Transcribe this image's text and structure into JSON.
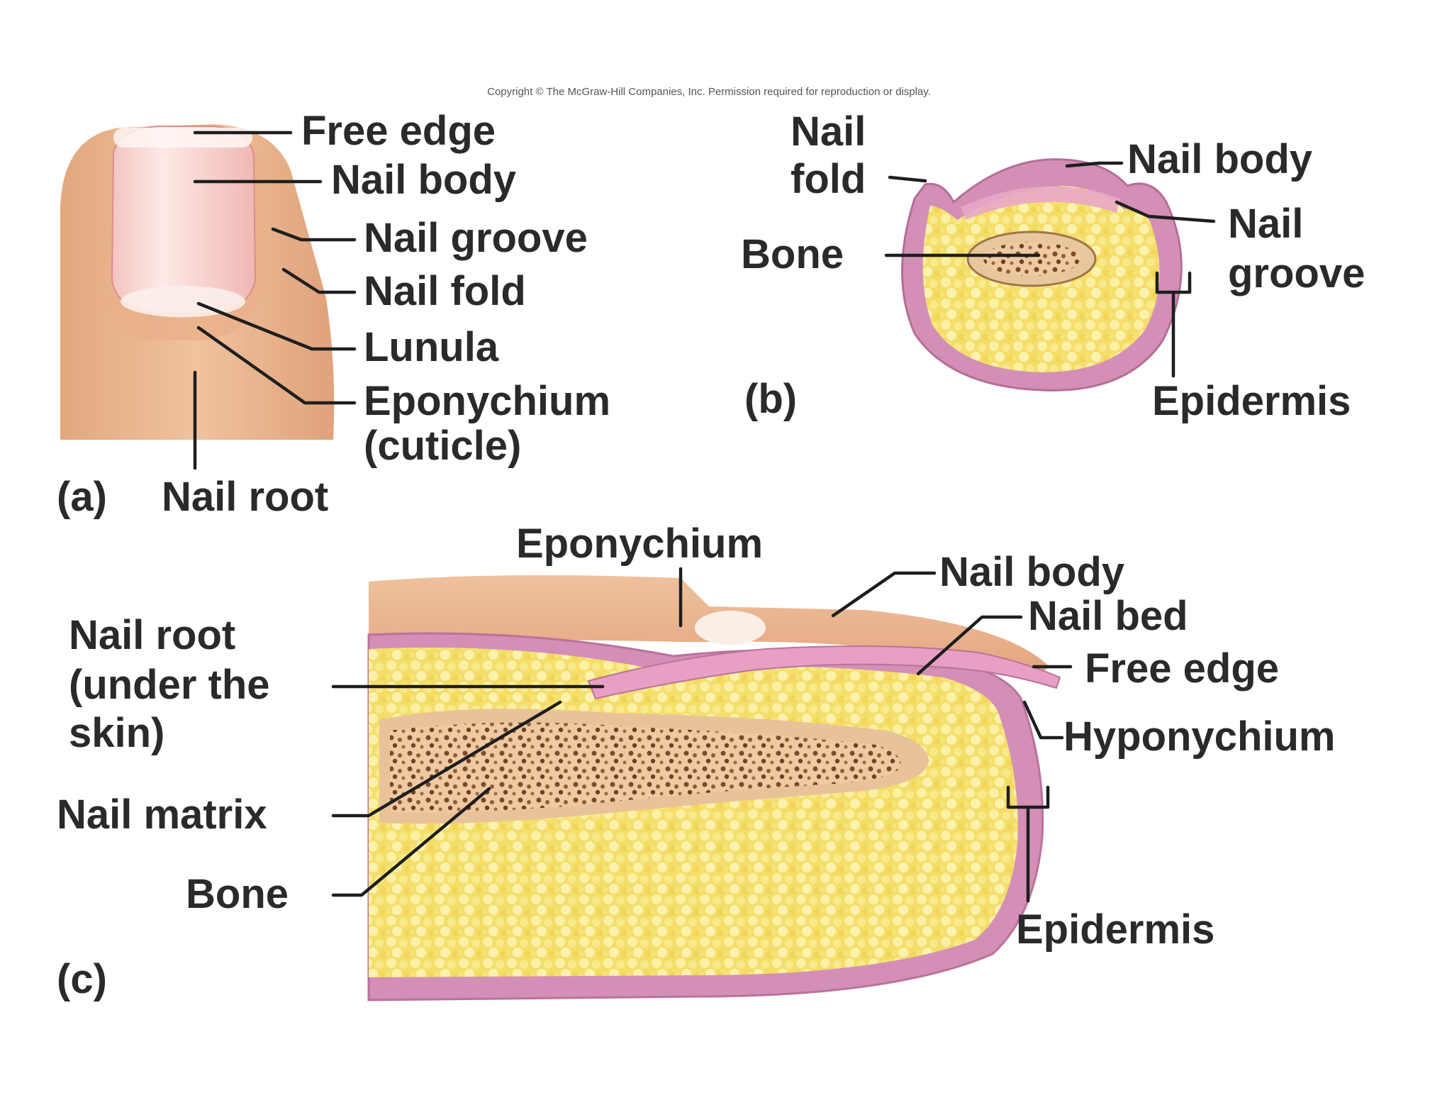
{
  "copyright": "Copyright © The McGraw-Hill Companies, Inc. Permission required for reproduction or display.",
  "colors": {
    "skin": "#e7b48d",
    "skin_light": "#f2cfae",
    "epidermis": "#d48fb6",
    "fat": "#f3dc62",
    "bone_marrow": "#8a5a33",
    "nail": "#f7d6d1"
  },
  "panel_a": {
    "letter": "(a)",
    "labels": {
      "free_edge": "Free edge",
      "nail_body": "Nail body",
      "nail_groove": "Nail groove",
      "nail_fold": "Nail fold",
      "lunula": "Lunula",
      "eponychium": "Eponychium",
      "cuticle": "(cuticle)",
      "nail_root": "Nail root"
    }
  },
  "panel_b": {
    "letter": "(b)",
    "labels": {
      "nail_fold_1": "Nail",
      "nail_fold_2": "fold",
      "nail_body": "Nail body",
      "nail_groove_1": "Nail",
      "nail_groove_2": "groove",
      "bone": "Bone",
      "epidermis": "Epidermis"
    }
  },
  "panel_c": {
    "letter": "(c)",
    "labels": {
      "eponychium": "Eponychium",
      "nail_body": "Nail body",
      "nail_bed": "Nail bed",
      "free_edge": "Free edge",
      "hyponychium": "Hyponychium",
      "nail_root_1": "Nail root",
      "nail_root_2": "(under the",
      "nail_root_3": "skin)",
      "nail_matrix": "Nail matrix",
      "bone": "Bone",
      "epidermis": "Epidermis"
    }
  }
}
